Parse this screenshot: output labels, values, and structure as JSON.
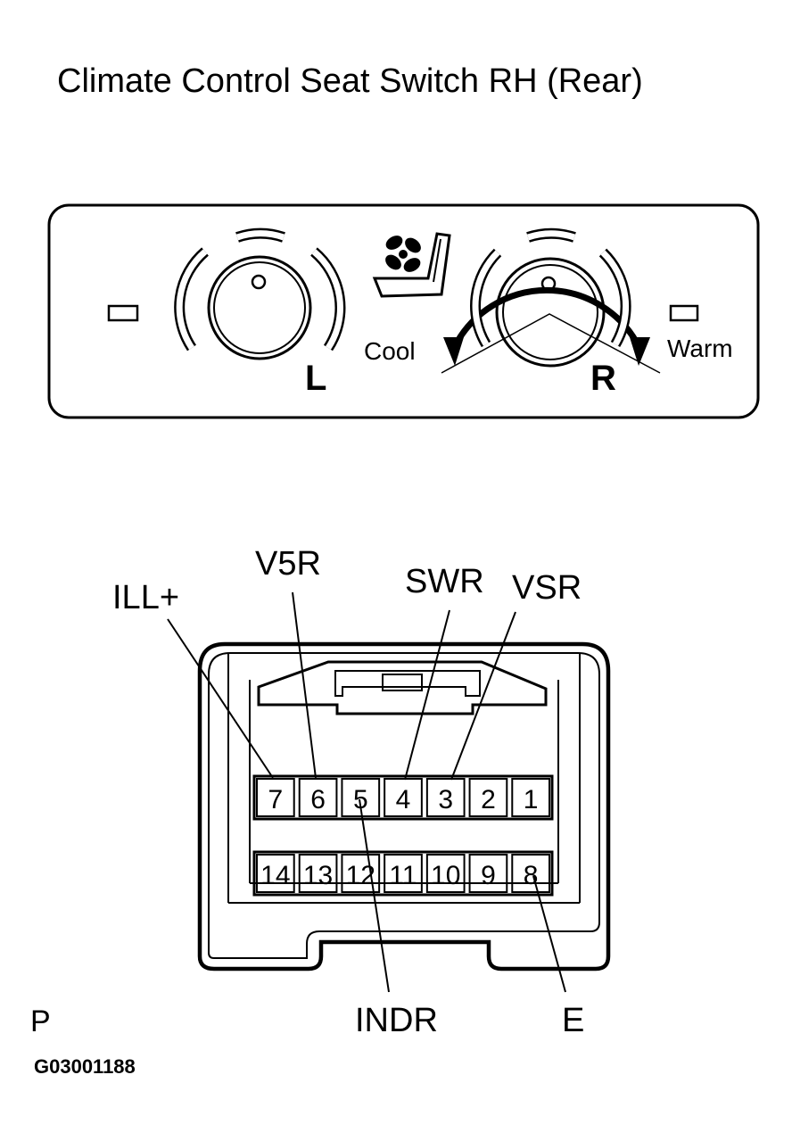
{
  "title": "Climate Control Seat Switch RH (Rear)",
  "switch_panel": {
    "knob_left_label": "L",
    "knob_right_label": "R",
    "cool_label": "Cool",
    "warm_label": "Warm",
    "fan_seat_icon": "seat-fan-icon"
  },
  "connector": {
    "pins_top": [
      "7",
      "6",
      "5",
      "4",
      "3",
      "2",
      "1"
    ],
    "pins_bottom": [
      "14",
      "13",
      "12",
      "11",
      "10",
      "9",
      "8"
    ],
    "callouts": {
      "ill_plus": "ILL+",
      "v5r": "V5R",
      "swr": "SWR",
      "vsr": "VSR",
      "indr": "INDR",
      "e": "E"
    }
  },
  "footer": {
    "letter": "P",
    "code": "G03001188"
  }
}
